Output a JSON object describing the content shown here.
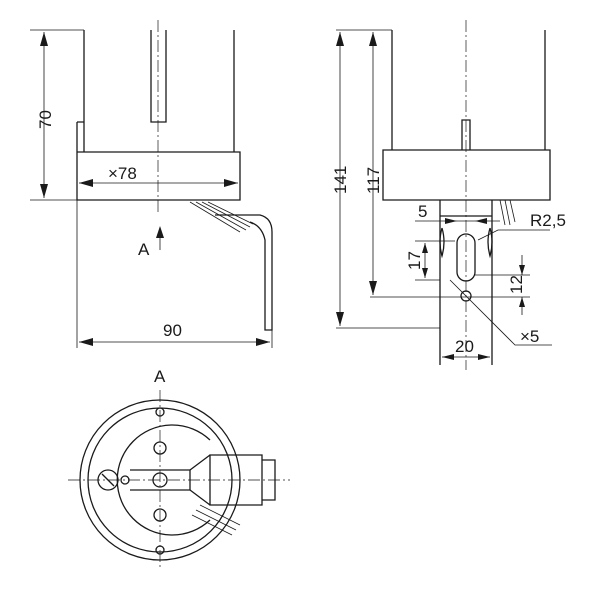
{
  "drawing": {
    "side_view": {
      "dim_height": "70",
      "dim_diameter": "×78",
      "view_arrow_label": "A",
      "dim_width": "90"
    },
    "front_view": {
      "dim_total_height": "141",
      "dim_height_to_hole": "117",
      "dim_slot_width": "5",
      "dim_radius": "R2,5",
      "dim_slot_length": "17",
      "dim_hole_offset": "12",
      "dim_hole_diameter": "×5",
      "dim_stem_width": "20"
    },
    "bottom_view": {
      "view_label": "A"
    }
  }
}
